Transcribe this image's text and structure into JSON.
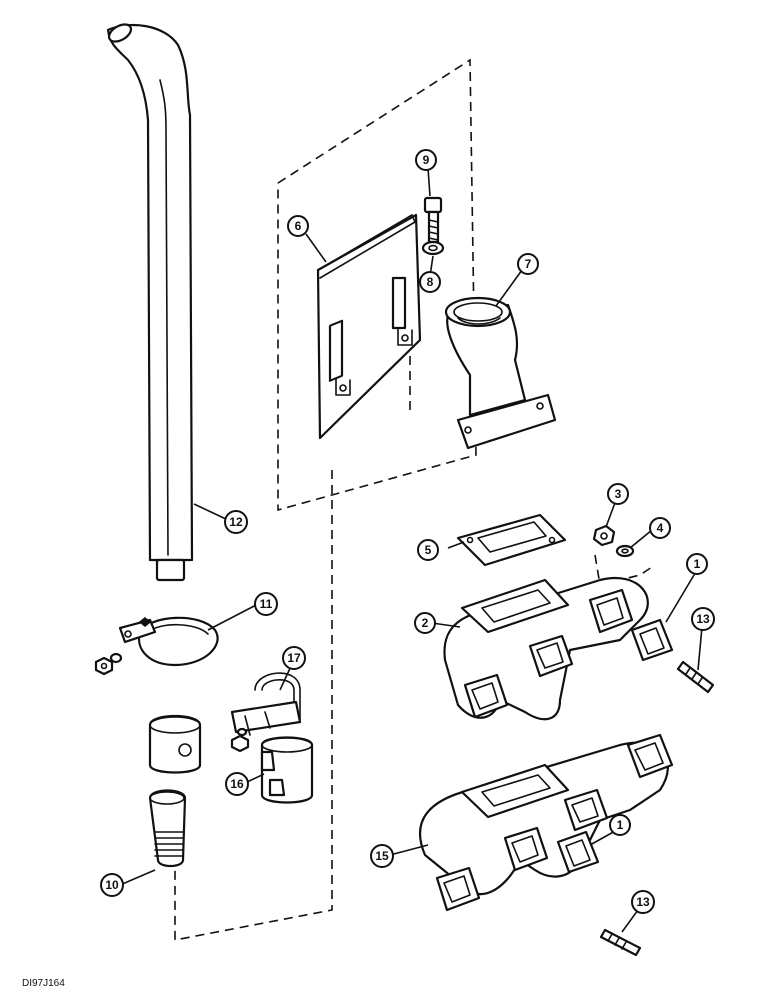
{
  "drawing_code": "DI97J164",
  "callouts": [
    {
      "id": "c1a",
      "label": "1"
    },
    {
      "id": "c1b",
      "label": "1"
    },
    {
      "id": "c2",
      "label": "2"
    },
    {
      "id": "c3",
      "label": "3"
    },
    {
      "id": "c4",
      "label": "4"
    },
    {
      "id": "c5",
      "label": "5"
    },
    {
      "id": "c6",
      "label": "6"
    },
    {
      "id": "c7",
      "label": "7"
    },
    {
      "id": "c8",
      "label": "8"
    },
    {
      "id": "c9",
      "label": "9"
    },
    {
      "id": "c10",
      "label": "10"
    },
    {
      "id": "c11",
      "label": "11"
    },
    {
      "id": "c12",
      "label": "12"
    },
    {
      "id": "c13a",
      "label": "13"
    },
    {
      "id": "c13b",
      "label": "13"
    },
    {
      "id": "c15",
      "label": "15"
    },
    {
      "id": "c16",
      "label": "16"
    },
    {
      "id": "c17",
      "label": "17"
    }
  ]
}
